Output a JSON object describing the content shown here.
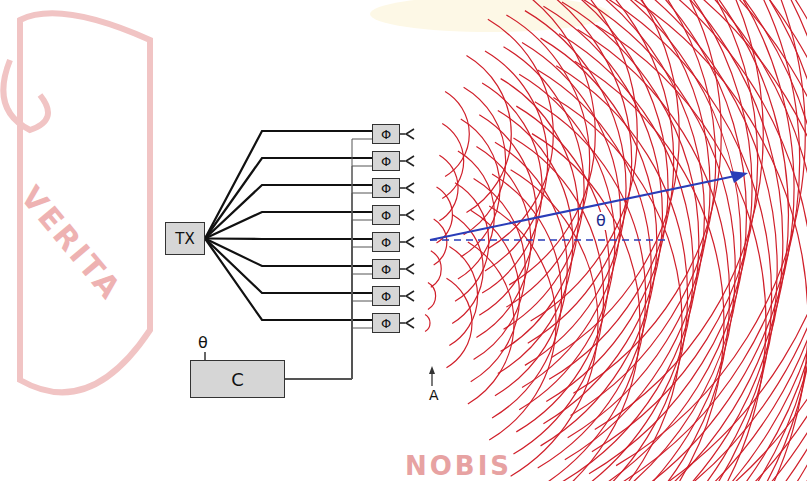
{
  "diagram": {
    "nodes": [
      {
        "text": [
          "TX"
        ]
      },
      {
        "text": [
          "Φ"
        ]
      },
      {
        "text": [
          "Φ"
        ]
      },
      {
        "text": [
          "Φ"
        ]
      },
      {
        "text": [
          "Φ"
        ]
      },
      {
        "text": [
          "Φ"
        ]
      },
      {
        "text": [
          "Φ"
        ]
      },
      {
        "text": [
          "Φ"
        ]
      },
      {
        "text": [
          "Φ"
        ]
      },
      {
        "text": [
          "C"
        ]
      }
    ],
    "edges": [
      {
        "from": 0,
        "to": 1,
        "arrow": "none"
      },
      {
        "from": 0,
        "to": 2,
        "arrow": "none"
      },
      {
        "from": 0,
        "to": 3,
        "arrow": "none"
      },
      {
        "from": 0,
        "to": 4,
        "arrow": "none"
      },
      {
        "from": 0,
        "to": 5,
        "arrow": "none"
      },
      {
        "from": 0,
        "to": 6,
        "arrow": "none"
      },
      {
        "from": 0,
        "to": 7,
        "arrow": "none"
      },
      {
        "from": 0,
        "to": 8,
        "arrow": "none"
      },
      {
        "from": 9,
        "to": 1,
        "arrow": "none"
      },
      {
        "from": 9,
        "to": 2,
        "arrow": "none"
      },
      {
        "from": 9,
        "to": 3,
        "arrow": "none"
      },
      {
        "from": 9,
        "to": 4,
        "arrow": "none"
      },
      {
        "from": 9,
        "to": 5,
        "arrow": "none"
      },
      {
        "from": 9,
        "to": 6,
        "arrow": "none"
      },
      {
        "from": 9,
        "to": 7,
        "arrow": "none"
      },
      {
        "from": 9,
        "to": 8,
        "arrow": "none"
      }
    ],
    "labels": [
      "θ",
      "θ",
      "A",
      "NOBIS",
      "VERITA"
    ]
  }
}
